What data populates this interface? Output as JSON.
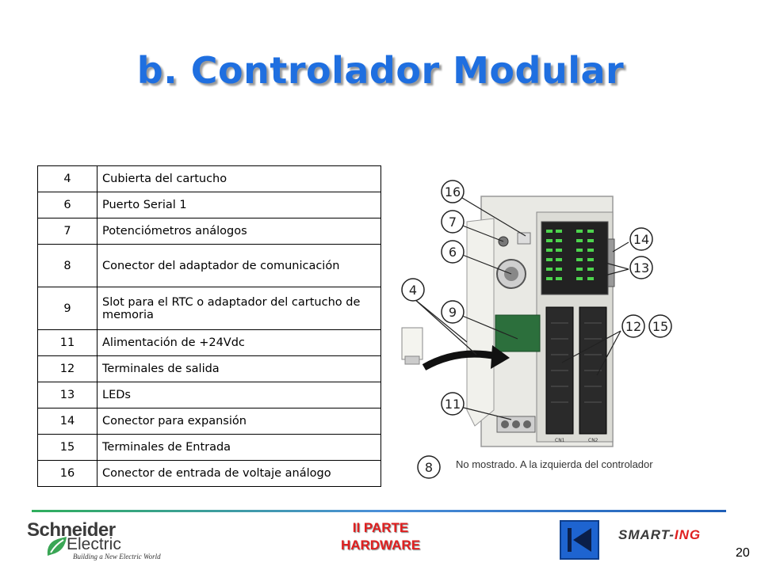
{
  "title": "b. Controlador Modular",
  "parts": [
    {
      "num": "4",
      "desc": "Cubierta del cartucho"
    },
    {
      "num": "6",
      "desc": "Puerto Serial 1"
    },
    {
      "num": "7",
      "desc": "Potenciómetros análogos"
    },
    {
      "num": "8",
      "desc": "Conector del adaptador de comunicación"
    },
    {
      "num": "9",
      "desc": "Slot para el RTC o adaptador del cartucho de memoria"
    },
    {
      "num": "11",
      "desc": "Alimentación de +24Vdc"
    },
    {
      "num": "12",
      "desc": "Terminales de salida"
    },
    {
      "num": "13",
      "desc": "LEDs"
    },
    {
      "num": "14",
      "desc": "Conector para expansión"
    },
    {
      "num": "15",
      "desc": "Terminales de Entrada"
    },
    {
      "num": "16",
      "desc": "Conector de entrada de voltaje análogo"
    }
  ],
  "diagram": {
    "callouts": [
      "16",
      "7",
      "6",
      "4",
      "9",
      "11",
      "14",
      "13",
      "12",
      "15",
      "8"
    ],
    "port_labels": [
      "CN1",
      "CN2"
    ]
  },
  "note": "No mostrado. A la izquierda del controlador",
  "footer": {
    "brand_name": "Schneider",
    "brand_sub": "Electric",
    "brand_tagline": "Building a New Electric World",
    "section_line1": "II PARTE",
    "section_line2": "HARDWARE",
    "logo_part1": "SMART-",
    "logo_part2": "ING",
    "page_number": "20",
    "nav_icon": "skip-back-icon"
  },
  "colors": {
    "title": "#1f6fe0",
    "section": "#e02020",
    "nav": "#1e64d0"
  }
}
